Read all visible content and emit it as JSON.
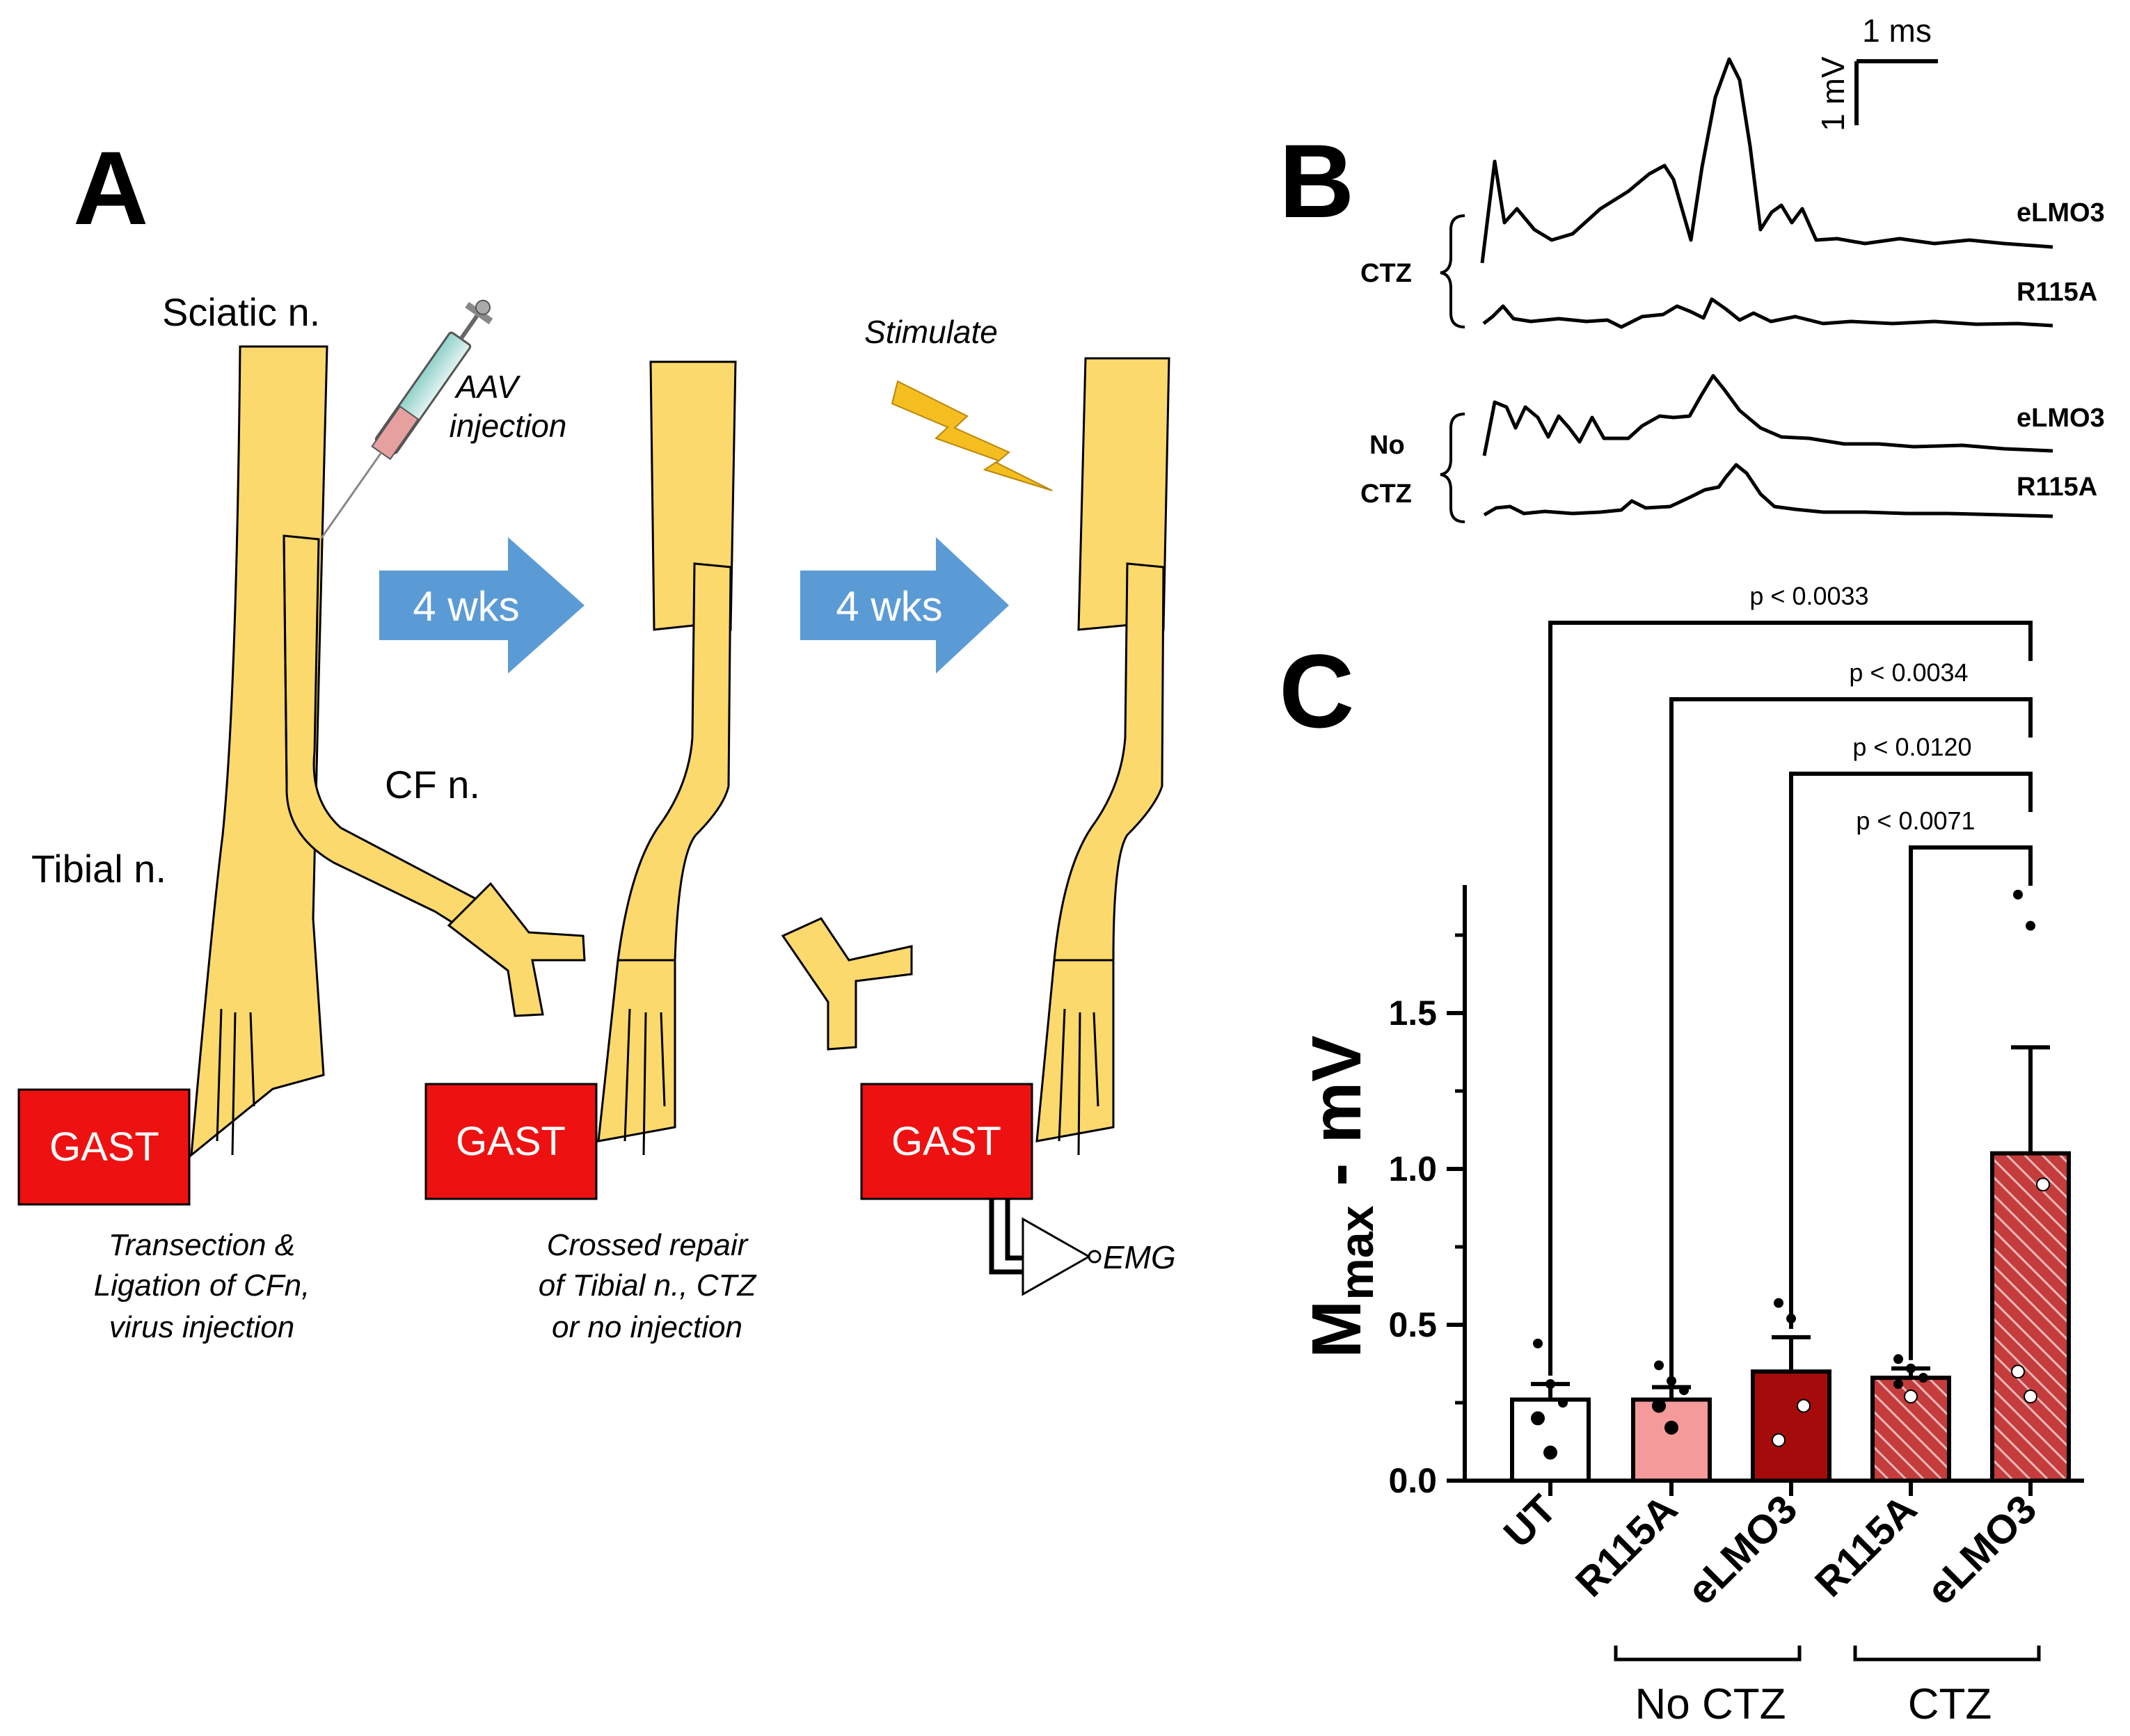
{
  "panels": {
    "a": "A",
    "b": "B",
    "c": "C"
  },
  "panel_a": {
    "sciatic_label": "Sciatic n.",
    "tibial_label": "Tibial n.",
    "cf_label": "CF n.",
    "aav_line1": "AAV",
    "aav_line2": "injection",
    "stimulate_label": "Stimulate",
    "arrow1_label": "4 wks",
    "arrow2_label": "4 wks",
    "gast_label": "GAST",
    "emg_label": "EMG",
    "caption1": [
      "Transection &",
      "Ligation of CFn,",
      "virus injection"
    ],
    "caption2": [
      "Crossed repair",
      "of Tibial n., CTZ",
      "or no injection"
    ],
    "colors": {
      "nerve_fill": "#fcd96c",
      "arrow_fill": "#5b9bd5",
      "gast_fill": "#ee1111",
      "bolt_fill": "#f5be20"
    }
  },
  "panel_b": {
    "scale_time": "1 ms",
    "scale_voltage": "1 mV",
    "group_ctz": "CTZ",
    "group_no_ctz_line1": "No",
    "group_no_ctz_line2": "CTZ",
    "trace_labels": [
      "eLMO3",
      "R115A",
      "eLMO3",
      "R115A"
    ]
  },
  "chart_data": {
    "type": "bar",
    "ylabel_main": "M",
    "ylabel_sub": "max",
    "ylabel_rest": " - mV",
    "ylim": [
      0,
      1.9
    ],
    "yticks": [
      "0.0",
      "0.5",
      "1.0",
      "1.5"
    ],
    "categories": [
      "UT",
      "R115A",
      "eLMO3",
      "R115A",
      "eLMO3"
    ],
    "values": [
      0.26,
      0.26,
      0.35,
      0.33,
      1.05
    ],
    "sem": [
      0.05,
      0.04,
      0.11,
      0.03,
      0.34
    ],
    "points": [
      [
        0.44,
        0.31,
        0.25,
        0.2,
        0.09
      ],
      [
        0.37,
        0.32,
        0.29,
        0.24,
        0.17
      ],
      [
        0.57,
        0.52,
        0.24,
        0.13
      ],
      [
        0.39,
        0.36,
        0.33,
        0.31,
        0.27
      ],
      [
        1.88,
        1.78,
        0.95,
        0.35,
        0.27
      ]
    ],
    "bar_colors": [
      "#ffffff",
      "#f59a9a",
      "#a50b0b",
      "#cc3a3a",
      "#a83434"
    ],
    "bar_hatched": [
      false,
      false,
      false,
      true,
      true
    ],
    "significance": [
      {
        "from": 0,
        "to": 4,
        "label": "p < 0.0033"
      },
      {
        "from": 1,
        "to": 4,
        "label": "p < 0.0034"
      },
      {
        "from": 2,
        "to": 4,
        "label": "p < 0.0120"
      },
      {
        "from": 3,
        "to": 4,
        "label": "p < 0.0071"
      }
    ],
    "groups": [
      {
        "label": "No CTZ",
        "from": 1,
        "to": 2
      },
      {
        "label": "CTZ",
        "from": 3,
        "to": 4
      }
    ]
  }
}
